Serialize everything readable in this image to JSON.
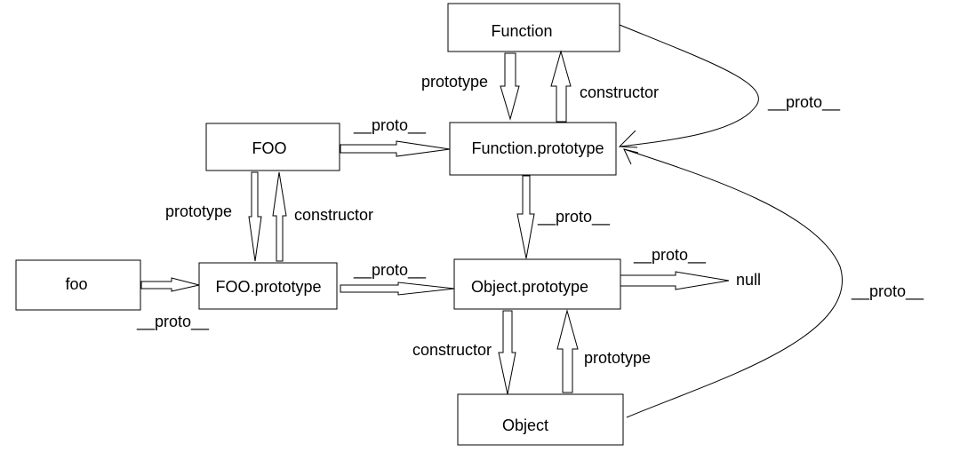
{
  "diagram": {
    "nodes": {
      "function": "Function",
      "function_prototype": "Function.prototype",
      "foo_ctor": "FOO",
      "foo_prototype": "FOO.prototype",
      "foo_instance": "foo",
      "object_prototype": "Object.prototype",
      "object": "Object",
      "null_value": "null"
    },
    "edges": {
      "function_prototype_link": "prototype",
      "function_constructor_link": "constructor",
      "function_proto_link": "__proto__",
      "foo_proto_link": "__proto__",
      "foo_prototype_link": "prototype",
      "foo_constructor_link": "constructor",
      "foo_instance_proto_link": "__proto__",
      "foo_prototype_proto_link": "__proto__",
      "function_prototype_proto_link": "__proto__",
      "object_prototype_proto_link": "__proto__",
      "object_proto_link": "__proto__",
      "object_constructor_link": "constructor",
      "object_prototype_link": "prototype"
    }
  }
}
